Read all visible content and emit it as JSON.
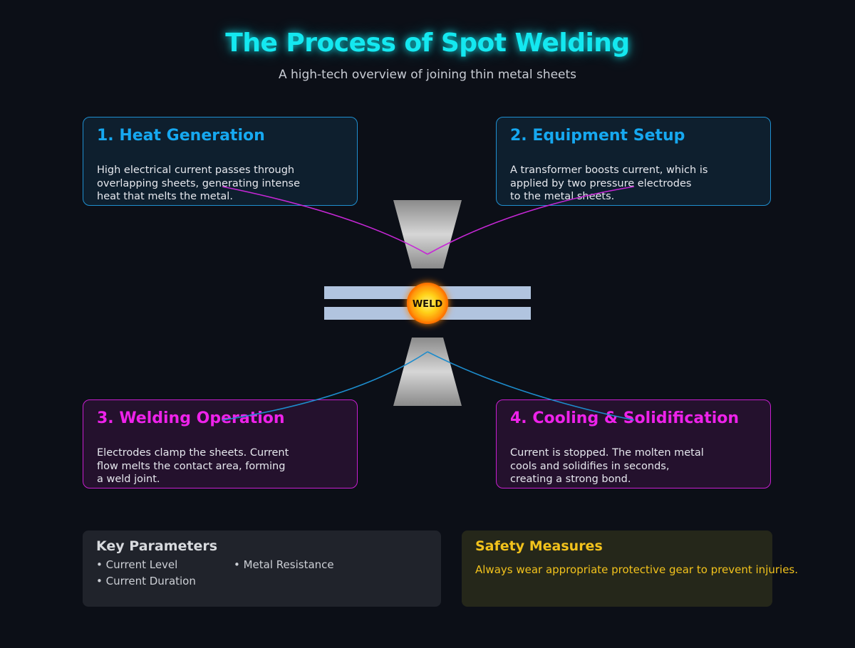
{
  "header": {
    "title": "The Process of Spot Welding",
    "subtitle": "A high-tech overview of joining thin metal sheets"
  },
  "steps": [
    {
      "title": "1. Heat Generation",
      "lines": [
        "High electrical current passes through",
        "overlapping sheets, generating intense",
        "heat that melts the metal."
      ]
    },
    {
      "title": "2. Equipment Setup",
      "lines": [
        "A transformer boosts current, which is",
        "applied by two pressure electrodes",
        "to the metal sheets."
      ]
    },
    {
      "title": "3. Welding Operation",
      "lines": [
        "Electrodes clamp the sheets. Current",
        "flow melts the contact area, forming",
        "a weld joint."
      ]
    },
    {
      "title": "4. Cooling & Solidification",
      "lines": [
        "Current is stopped. The molten metal",
        "cools and solidifies in seconds,",
        "creating a strong bond."
      ]
    }
  ],
  "weld_label": "WELD",
  "parameters": {
    "title": "Key Parameters",
    "items": [
      "• Current Level",
      "• Metal Resistance",
      "• Current Duration"
    ]
  },
  "safety": {
    "title": "Safety Measures",
    "text": "Always wear appropriate protective gear to prevent injuries."
  },
  "colors": {
    "accent_cyan": "#14e8f0",
    "step_blue": "#16a8f0",
    "step_pink": "#ee22ea",
    "safety_yellow": "#f2c21c"
  }
}
